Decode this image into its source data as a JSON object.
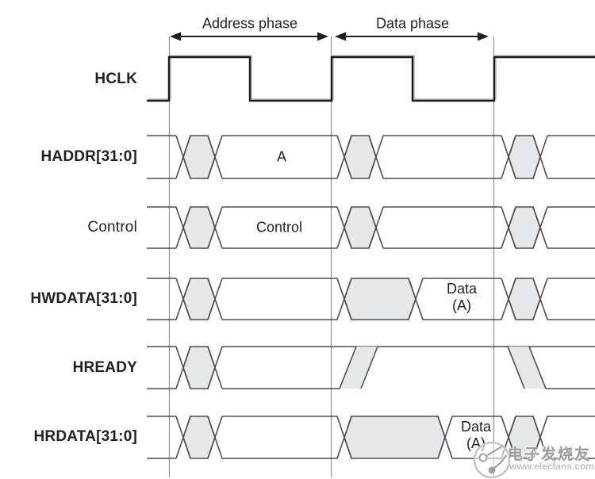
{
  "diagram": {
    "phases": {
      "address": "Address phase",
      "data": "Data phase"
    },
    "signals": {
      "hclk": "HCLK",
      "haddr": "HADDR[31:0]",
      "control": "Control",
      "hwdata": "HWDATA[31:0]",
      "hready": "HREADY",
      "hrdata": "HRDATA[31:0]"
    },
    "values": {
      "haddr": "A",
      "control": "Control",
      "hwdata": {
        "line1": "Data",
        "line2": "(A)"
      },
      "hrdata": {
        "line1": "Data",
        "line2": "(A)"
      }
    }
  },
  "watermark": {
    "brand": "电子发烧友",
    "url": "www.elecfans.com"
  },
  "colors": {
    "background": "#ffffff",
    "bus_line": "#4d4d4f",
    "clock_line": "#1a1a1a",
    "clock_echo": "#b5b5b5",
    "hexagon_fill": "#e6e7e8",
    "phase_boundary_line": "#8f8f8f",
    "text": "#231f20",
    "watermark_text": "#9b9b9b",
    "watermark_url": "#c2c2c2"
  }
}
